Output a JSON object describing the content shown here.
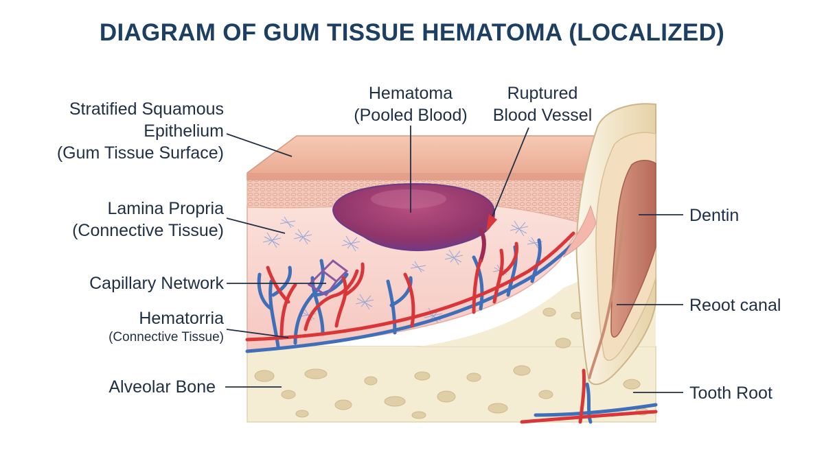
{
  "title": "DIAGRAM OF GUM TISSUE HEMATOMA (LOCALIZED)",
  "labels": {
    "epithelium": {
      "line1": "Stratified Squamous",
      "line2": "Epithelium",
      "line3": "(Gum Tissue Surface)"
    },
    "lamina": {
      "line1": "Lamina Propria",
      "line2": "(Connective Tissue)"
    },
    "capillary": {
      "line1": "Capillary Network"
    },
    "hematorria": {
      "line1": "Hematorria",
      "line2": "(Connective Tissue)"
    },
    "bone": {
      "line1": "Alveolar Bone"
    },
    "hematoma": {
      "line1": "Hematoma",
      "line2": "(Pooled Blood)"
    },
    "ruptured": {
      "line1": "Ruptured",
      "line2": "Blood Vessel"
    },
    "dentin": {
      "line1": "Dentin"
    },
    "canal": {
      "line1": "Reoot canal"
    },
    "root": {
      "line1": "Tooth Root"
    }
  },
  "colors": {
    "title": "#1d3f63",
    "artery": "#d9363a",
    "vein": "#3f6fb8",
    "hematoma": "#9b3d70",
    "gum": "#f1b8aa",
    "bone": "#f5ecd4"
  }
}
